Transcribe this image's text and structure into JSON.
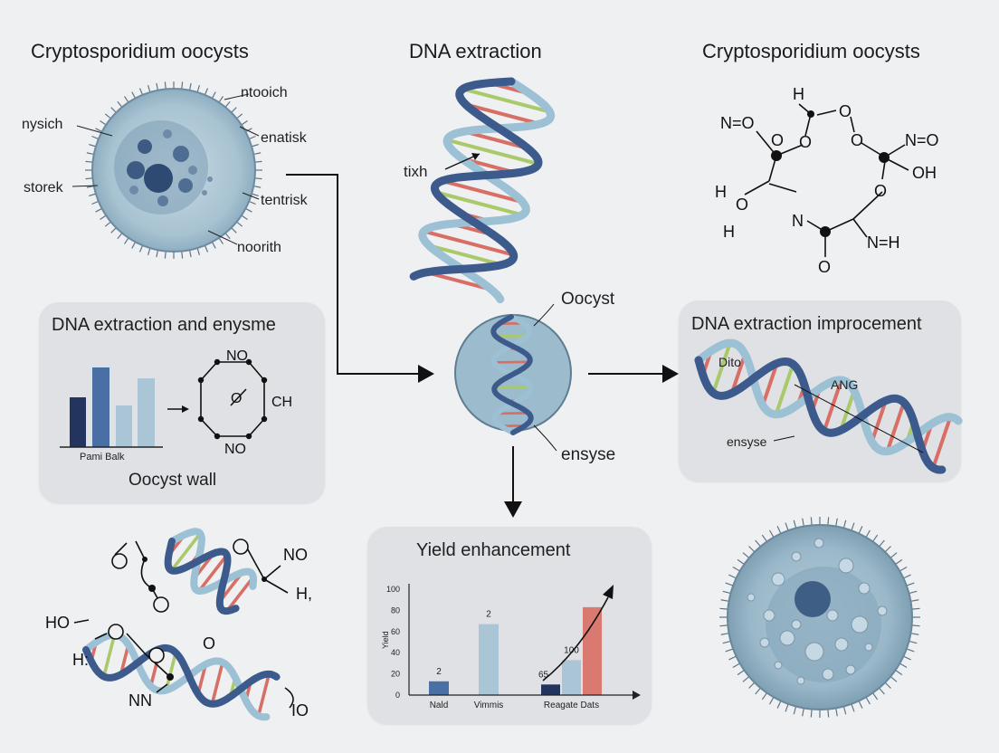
{
  "titles": {
    "oocysts_left": "Cryptosporidium oocysts",
    "dna_extraction": "DNA extraction",
    "oocysts_right": "Cryptosporidium oocysts"
  },
  "cell_labels": {
    "ntooich": "ntooich",
    "nysich": "nysich",
    "enatisk": "enatisk",
    "storek": "storek",
    "tentrisk": "tentrisk",
    "noorith": "noorith"
  },
  "dna_label": "tixh",
  "molecule_top": {
    "h_top": "H",
    "o1": "O",
    "o2": "O",
    "n_o_left": "N=O",
    "o3": "O",
    "o4": "O",
    "n_o_right": "N=O",
    "oh": "OH",
    "h_left": "H",
    "o5": "O",
    "h_bottom": "H",
    "n_minus": "N",
    "n_eq_h": "N=H",
    "o6": "O"
  },
  "panel_enzyme": {
    "title": "DNA extraction and enysme",
    "chart_caption": "Pami Balk",
    "no_top": "NO",
    "o_mid": "O",
    "ch": "CH",
    "no_bottom": "NO",
    "subtitle": "Oocyst wall"
  },
  "center": {
    "oocyst": "Oocyst",
    "ensyse": "ensyse"
  },
  "panel_improvement": {
    "title": "DNA extraction improcement",
    "dito": "Dito",
    "ang": "ANG",
    "ensyse": "ensyse"
  },
  "bottom_molecule": {
    "o1": "O",
    "o2": "O",
    "o3": "O",
    "no": "NO",
    "h": "H,",
    "ho": "HO",
    "h2": "H:",
    "o4": "O",
    "o5": "O",
    "nn": "NN",
    "io": "IO"
  },
  "panel_yield": {
    "title": "Yield enhancement",
    "ylabel": "Yield"
  },
  "chart_data": {
    "type": "bar",
    "ylim": [
      0,
      100
    ],
    "yticks": [
      "100",
      "80",
      "60",
      "40",
      "20",
      "0"
    ],
    "groups": [
      {
        "label": "Nald",
        "bars": [
          {
            "value": 13,
            "color": "#4a6fa5",
            "data_label": "2"
          }
        ]
      },
      {
        "label": "Vimmis",
        "bars": [
          {
            "value": 67,
            "color": "#a9c5d6",
            "data_label": "2"
          }
        ]
      },
      {
        "label": "Reagate Dats",
        "bars": [
          {
            "value": 10,
            "color": "#23345e",
            "data_label": "65"
          },
          {
            "value": 33,
            "color": "#a9c5d6",
            "data_label": "100"
          },
          {
            "value": 83,
            "color": "#d9796f",
            "data_label": ""
          }
        ]
      }
    ]
  },
  "colors": {
    "background": "#eff0f2",
    "panel": "#dfe1e5",
    "dna_blue": "#3c5a8c",
    "dna_light": "#9cc0d4",
    "cell": "#a9c4d3",
    "red_base": "#d86f66",
    "green_base": "#a9c96a"
  }
}
